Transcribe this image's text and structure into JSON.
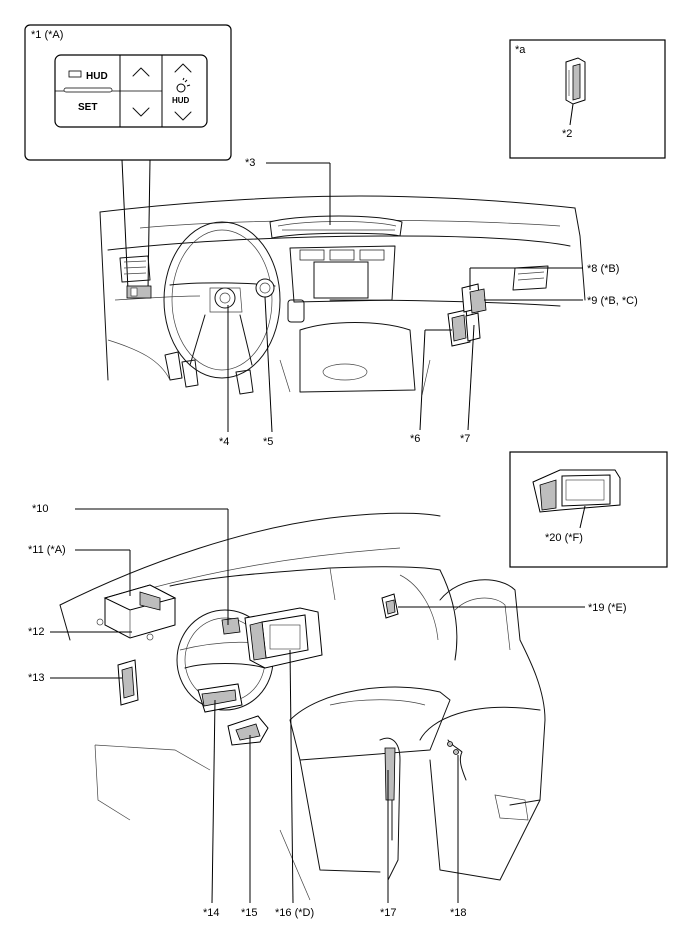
{
  "callouts": {
    "c1": "*1 (*A)",
    "ca": "*a",
    "c2": "*2",
    "c3": "*3",
    "c4": "*4",
    "c5": "*5",
    "c6": "*6",
    "c7": "*7",
    "c8": "*8 (*B)",
    "c9": "*9 (*B, *C)",
    "c10": "*10",
    "c11": "*11 (*A)",
    "c12": "*12",
    "c13": "*13",
    "c14": "*14",
    "c15": "*15",
    "c16": "*16 (*D)",
    "c17": "*17",
    "c18": "*18",
    "c19": "*19 (*E)",
    "c20": "*20 (*F)"
  },
  "hud_switch": {
    "hud_label": "HUD",
    "set_label": "SET",
    "hud_small_label": "HUD"
  }
}
